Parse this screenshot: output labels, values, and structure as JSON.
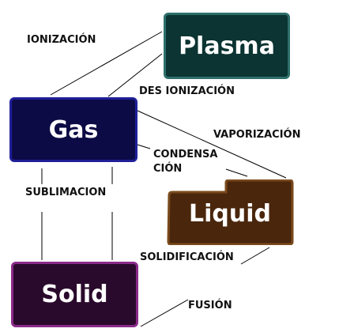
{
  "states": {
    "plasma": "Plasma",
    "gas": "Gas",
    "liquid": "Liquid",
    "solid": "Solid"
  },
  "transitions": {
    "ionizacion": "IONIZACIÓN",
    "des_ionizacion": "DES IONIZACIÓN",
    "vaporizacion": "VAPORIZACIÓN",
    "condensacion_line1": "CONDENSA",
    "condensacion_line2": "CIÓN",
    "sublimacion": "SUBLIMACION",
    "solidificacion": "SOLIDIFICACIÓN",
    "fusion": "FUSIÓN"
  },
  "colors": {
    "plasma_fill": "#0b3432",
    "gas_fill": "#0d0b45",
    "liquid_fill": "#4a260c",
    "solid_fill": "#2a0a2c"
  }
}
